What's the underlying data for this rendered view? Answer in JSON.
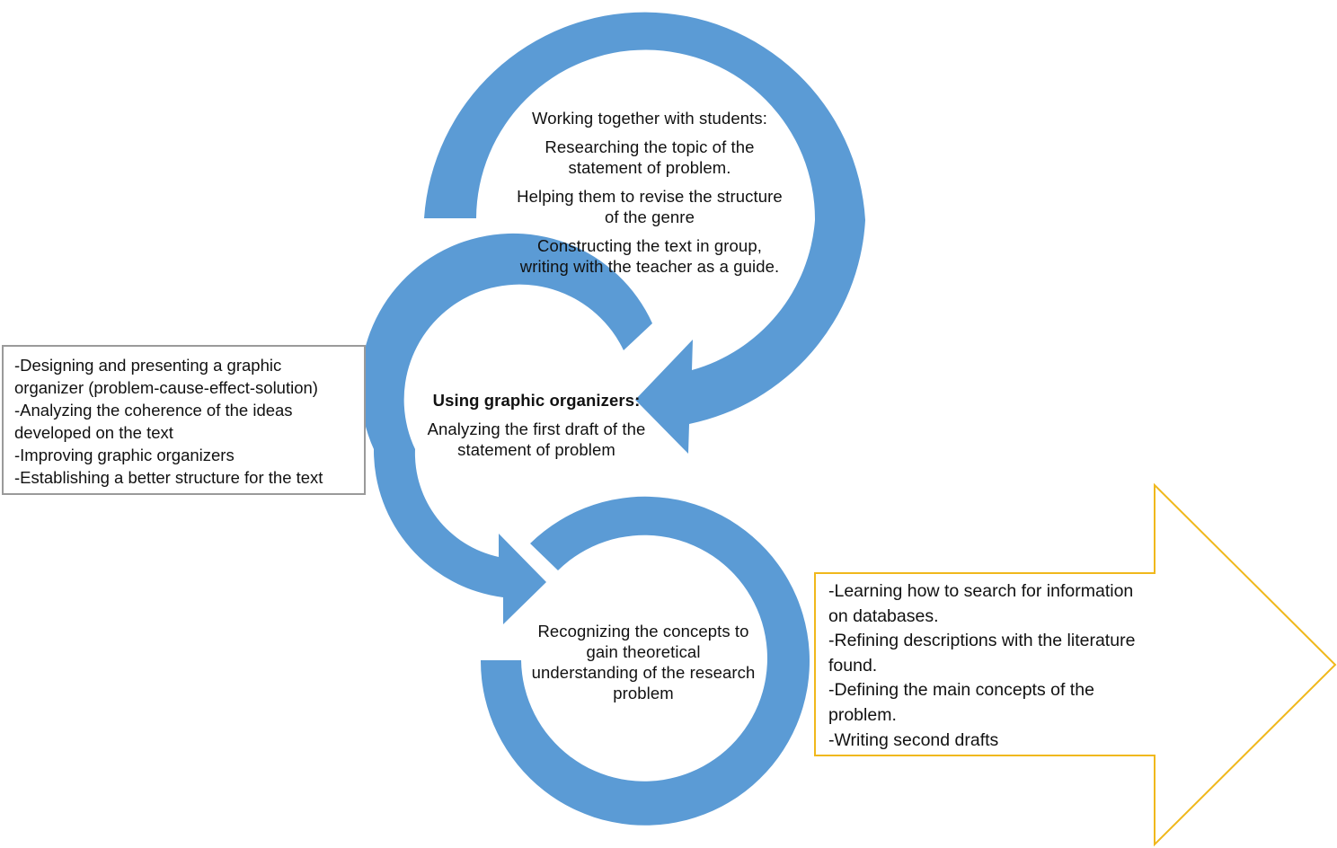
{
  "colors": {
    "arrow_fill": "#5b9bd5",
    "box_border": "#9a9a9a",
    "block_arrow_border": "#f0b81c"
  },
  "cycle1": {
    "title": "Working together with students:",
    "items": [
      "Researching the topic of the statement of problem.",
      "Helping them to revise the structure of the genre",
      "Constructing the text in group, writing with the teacher as a guide."
    ],
    "lines": [
      "Researching the topic of the",
      "statement of problem.",
      "Helping them to revise the structure",
      "of the genre",
      "Constructing the text in group,",
      "writing with the teacher as a guide."
    ]
  },
  "cycle2": {
    "title": "Using graphic organizers:",
    "lines": [
      "Analyzing the first draft of the",
      "statement of problem"
    ]
  },
  "cycle3": {
    "lines": [
      "Recognizing the concepts to",
      "gain theoretical",
      "understanding of the research",
      "problem"
    ]
  },
  "left_box": {
    "lines": [
      "-Designing and presenting a graphic",
      "organizer (problem-cause-effect-solution)",
      "-Analyzing the coherence of the ideas",
      "developed on the text",
      "-Improving  graphic organizers",
      "-Establishing a better structure for the text"
    ]
  },
  "block_arrow": {
    "lines": [
      "-Learning how to search for information",
      "on databases.",
      "-Refining descriptions with the literature",
      "found.",
      "-Defining the main concepts of the",
      "problem.",
      "-Writing second drafts"
    ]
  }
}
